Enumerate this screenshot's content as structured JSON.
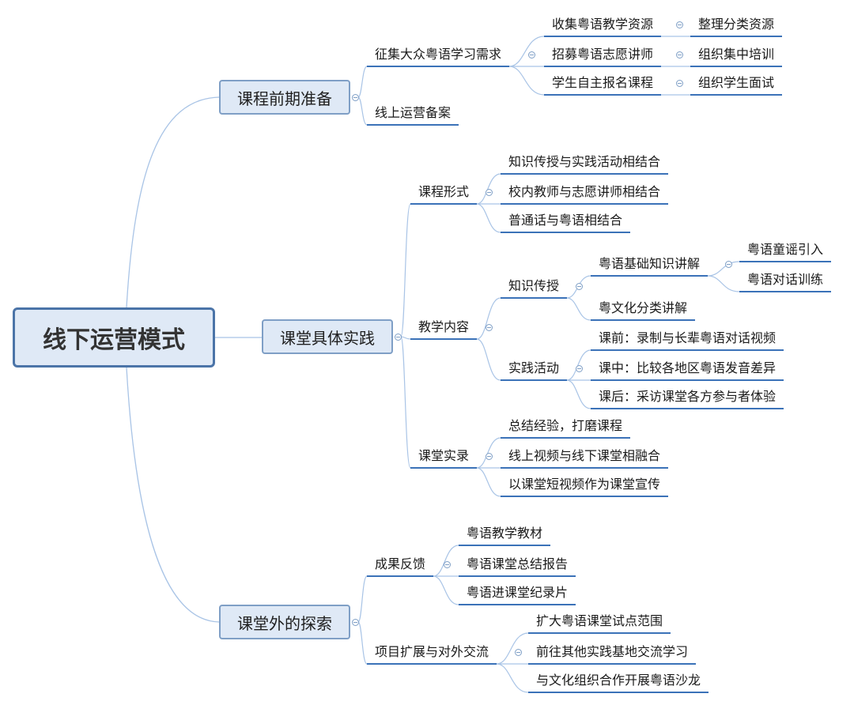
{
  "root": {
    "label": "线下运营模式"
  },
  "branches": {
    "prep": {
      "label": "课程前期准备",
      "collect": {
        "label": "征集大众粤语学习需求",
        "items": [
          {
            "label": "收集粤语教学资源",
            "child": "整理分类资源"
          },
          {
            "label": "招募粤语志愿讲师",
            "child": "组织集中培训"
          },
          {
            "label": "学生自主报名课程",
            "child": "组织学生面试"
          }
        ]
      },
      "online": {
        "label": "线上运营备案"
      }
    },
    "practice": {
      "label": "课堂具体实践",
      "form": {
        "label": "课程形式",
        "items": [
          "知识传授与实践活动相结合",
          "校内教师与志愿讲师相结合",
          "普通话与粤语相结合"
        ]
      },
      "content": {
        "label": "教学内容",
        "knowledge": {
          "label": "知识传授",
          "basic": {
            "label": "粤语基础知识讲解",
            "items": [
              "粤语童谣引入",
              "粤语对话训练"
            ]
          },
          "culture": {
            "label": "粤文化分类讲解"
          }
        },
        "activity": {
          "label": "实践活动",
          "items": [
            "课前：录制与长辈粤语对话视频",
            "课中：比较各地区粤语发音差异",
            "课后：采访课堂各方参与者体验"
          ]
        }
      },
      "record": {
        "label": "课堂实录",
        "items": [
          "总结经验，打磨课程",
          "线上视频与线下课堂相融合",
          "以课堂短视频作为课堂宣传"
        ]
      }
    },
    "explore": {
      "label": "课堂外的探索",
      "feedback": {
        "label": "成果反馈",
        "items": [
          "粤语教学教材",
          "粤语课堂总结报告",
          "粤语进课堂纪录片"
        ]
      },
      "expand": {
        "label": "项目扩展与对外交流",
        "items": [
          "扩大粤语课堂试点范围",
          "前往其他实践基地交流学习",
          "与文化组织合作开展粤语沙龙"
        ]
      }
    }
  },
  "colors": {
    "line": "#3b72b8",
    "box_fill": "#dfe9f6",
    "root_border": "#4b74a8",
    "curve": "#a9c4e6"
  }
}
